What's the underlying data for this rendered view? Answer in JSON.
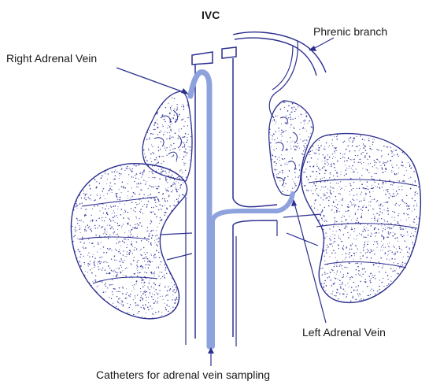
{
  "diagram": {
    "labels": {
      "ivc": "IVC",
      "phrenic_branch": "Phrenic branch",
      "right_adrenal_vein": "Right Adrenal Vein",
      "left_adrenal_vein": "Left Adrenal Vein",
      "catheters": "Catheters for adrenal vein sampling"
    },
    "colors": {
      "outline": "#2b2f8f",
      "stipple": "#3a3fa0",
      "catheter": "#8ea2de",
      "label_text": "#1a1a1a",
      "background": "#ffffff"
    }
  }
}
